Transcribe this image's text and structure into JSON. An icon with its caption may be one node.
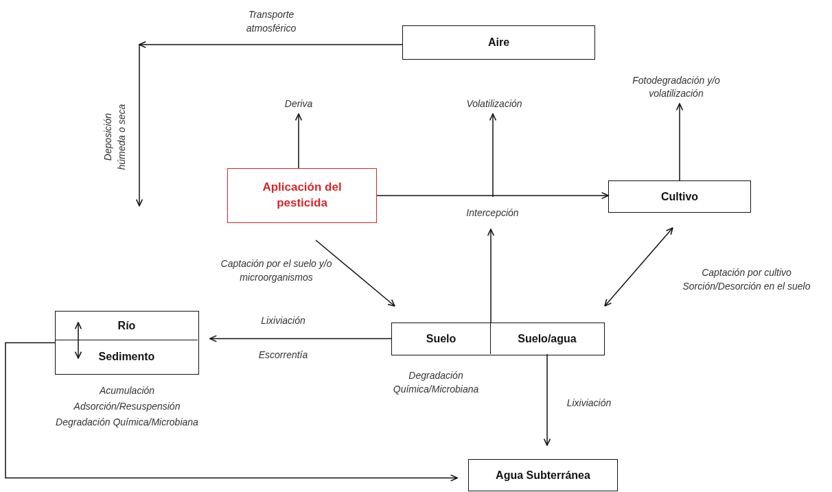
{
  "diagram": {
    "nodes": [
      {
        "text": [
          "Aire"
        ]
      },
      {
        "text": [
          "Deriva"
        ]
      },
      {
        "text": [
          "Volatilización"
        ]
      },
      {
        "text": [
          "Fotodegradación y/o volatilización"
        ]
      },
      {
        "text": [
          "Aplicación del pesticida"
        ]
      },
      {
        "text": [
          "Intercepción"
        ]
      },
      {
        "text": [
          "Cultivo"
        ]
      },
      {
        "text": [],
        "shape": "box",
        "beside": [
          "Acumulación",
          "Adsorción/Resuspensión",
          "Degradación Química/Microbiana"
        ]
      },
      {
        "text": [
          "Río"
        ],
        "in": 7
      },
      {
        "text": [
          "Sedimento"
        ],
        "in": 7
      },
      {
        "text": [],
        "shape": "box",
        "beside": [
          "Degradación Química/Microbiana"
        ]
      },
      {
        "text": [
          "Suelo"
        ],
        "in": 10
      },
      {
        "text": [
          "Suelo/agua"
        ],
        "in": 10
      },
      {
        "text": [
          "Agua Subterránea"
        ]
      }
    ],
    "edges": [
      {
        "from": 0,
        "to": null,
        "arrow": "to",
        "label": "Transporte atmosférico"
      },
      {
        "from": 4,
        "to": 1,
        "arrow": "to"
      },
      {
        "from": 4,
        "to": 6,
        "arrow": "to"
      },
      {
        "from": 5,
        "to": 2,
        "arrow": "to"
      },
      {
        "from": 6,
        "to": 3,
        "arrow": "to"
      },
      {
        "from": 4,
        "to": 11,
        "arrow": "to",
        "label": "Captación por el suelo y/o microorganismos"
      },
      {
        "from": 11,
        "to": 5,
        "arrow": "to"
      },
      {
        "from": 12,
        "to": 6,
        "arrow": "both",
        "label": "Captación por cultivo Sorción/Desorción en el suelo"
      },
      {
        "from": 11,
        "to": 7,
        "arrow": "to",
        "label": "Lixiviación"
      },
      {
        "from": 8,
        "to": 9,
        "arrow": "both"
      },
      {
        "from": 12,
        "to": 13,
        "arrow": "to",
        "label": "Lixiviación"
      },
      {
        "from": 7,
        "to": 13,
        "arrow": "to"
      }
    ],
    "labels": [
      "Deposición húmeda o seca",
      "Escorrentía"
    ]
  }
}
